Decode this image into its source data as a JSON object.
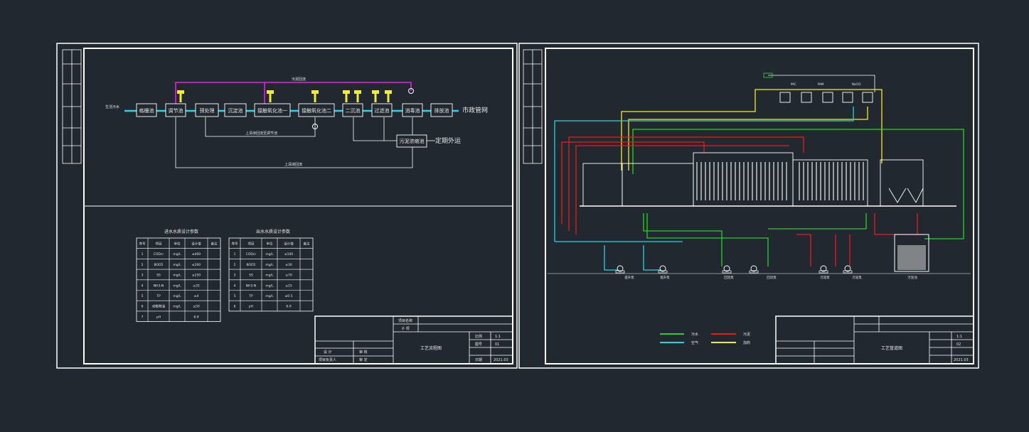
{
  "left_sheet": {
    "process_boxes": [
      "格栅池",
      "调节池",
      "预处理",
      "沉淀池",
      "接触氧化池一",
      "接触氧化池二",
      "二沉池",
      "过滤池",
      "消毒池",
      "排放池"
    ],
    "inlet_label": "生活污水",
    "outlet_label": "市政管网",
    "sludge_box": "污泥浓缩池",
    "sludge_out": "定期外运",
    "top_loop_label": "污泥回流",
    "mid_loop_label": "上清液回流至调节池",
    "bottom_loop_label": "上清液回流",
    "table1": {
      "title": "进水水质设计参数",
      "headers": [
        "序号",
        "项目",
        "单位",
        "设计值",
        "备注"
      ],
      "rows": [
        [
          "1",
          "CODcr",
          "mg/L",
          "≤400",
          ""
        ],
        [
          "2",
          "BOD5",
          "mg/L",
          "≤200",
          ""
        ],
        [
          "3",
          "SS",
          "mg/L",
          "≤250",
          ""
        ],
        [
          "4",
          "NH3-N",
          "mg/L",
          "≤35",
          ""
        ],
        [
          "5",
          "TP",
          "mg/L",
          "≤4",
          ""
        ],
        [
          "6",
          "动植物油",
          "mg/L",
          "≤50",
          ""
        ],
        [
          "7",
          "pH",
          "",
          "6-9",
          ""
        ]
      ]
    },
    "table2": {
      "title": "出水水质设计参数",
      "headers": [
        "序号",
        "项目",
        "单位",
        "设计值",
        "备注"
      ],
      "rows": [
        [
          "1",
          "CODcr",
          "mg/L",
          "≤100",
          ""
        ],
        [
          "2",
          "BOD5",
          "mg/L",
          "≤30",
          ""
        ],
        [
          "3",
          "SS",
          "mg/L",
          "≤70",
          ""
        ],
        [
          "4",
          "NH3-N",
          "mg/L",
          "≤15",
          ""
        ],
        [
          "5",
          "TP",
          "mg/L",
          "≤0.5",
          ""
        ],
        [
          "6",
          "pH",
          "",
          "6-9",
          ""
        ]
      ]
    },
    "title_block": {
      "project": "项目名称",
      "sub": "子 项",
      "drawing": "工艺流程图",
      "designer": "设 计",
      "checker": "审 核",
      "approver": "审 定",
      "owner": "项目负责人",
      "scale_label": "比例",
      "scale": "1:1",
      "no_label": "图号",
      "no": "01",
      "date_label": "日期",
      "date": "2021.03"
    }
  },
  "right_sheet": {
    "dosing_tanks": [
      "PAC",
      "PAM",
      "NaClO"
    ],
    "equipment_labels": [
      "提升泵",
      "提升泵",
      "回流泵",
      "回流泵",
      "污泥泵",
      "污泥泵",
      "污泥池"
    ],
    "legend": [
      {
        "label": "污水",
        "color": "#22d422"
      },
      {
        "label": "空气",
        "color": "#22d4e8"
      },
      {
        "label": "污泥",
        "color": "#e81c1c"
      },
      {
        "label": "加药",
        "color": "#e8e81c"
      }
    ],
    "title_block": {
      "drawing": "工艺管道图",
      "scale": "1:1",
      "no": "02",
      "date": "2021.03"
    }
  },
  "colors": {
    "background": "#212830",
    "frame": "#ffffff",
    "water": "#22d4e8",
    "magenta": "#e81ce8",
    "yellow": "#f0f020",
    "green": "#22d422",
    "red": "#e81c1c",
    "blue": "#1c2cff"
  }
}
